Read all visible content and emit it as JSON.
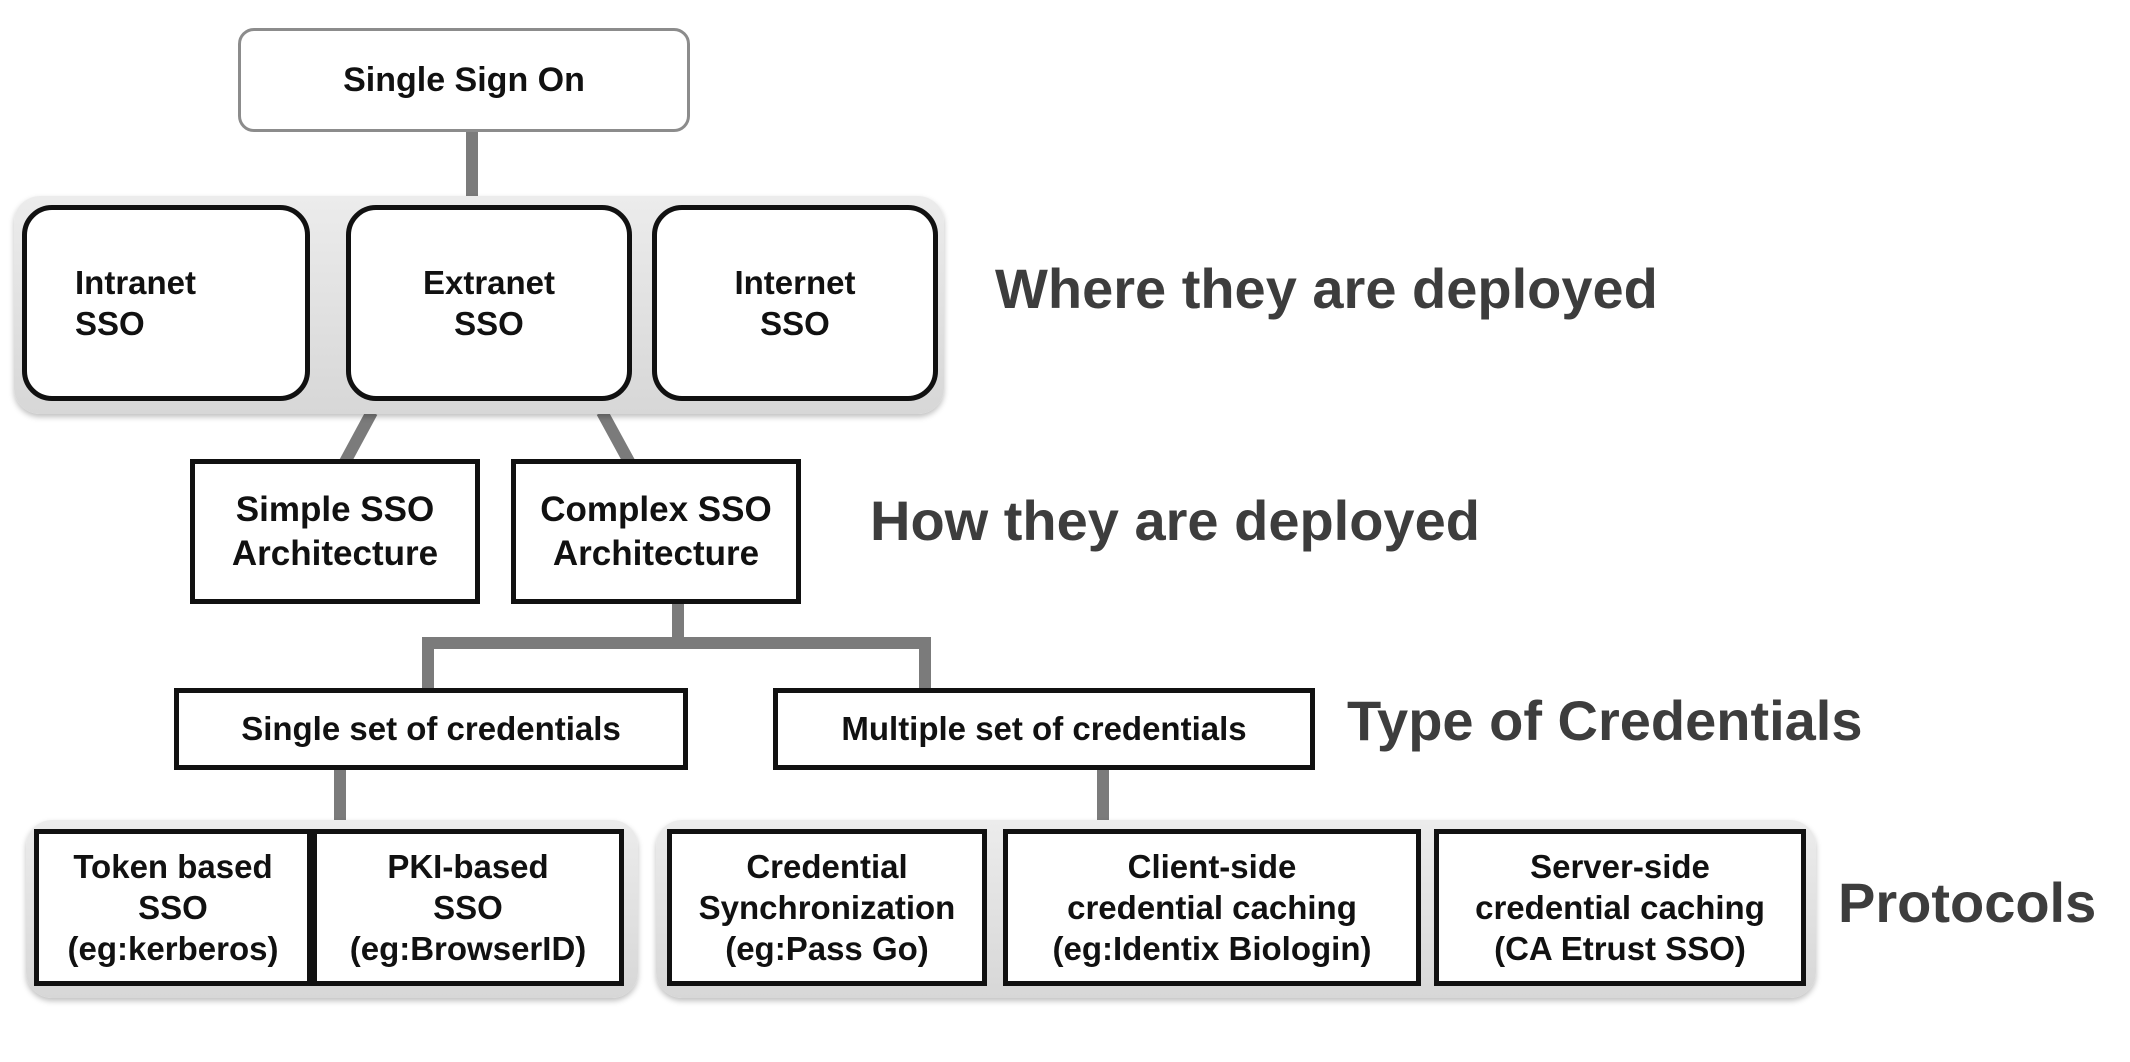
{
  "root": {
    "label": "Single Sign On"
  },
  "deployment": {
    "intranet": "Intranet\nSSO",
    "extranet": "Extranet\nSSO",
    "internet": "Internet\nSSO",
    "caption": "Where they are deployed"
  },
  "architecture": {
    "simple": "Simple SSO\nArchitecture",
    "complex": "Complex SSO\nArchitecture",
    "caption": "How they are deployed"
  },
  "credentials": {
    "single": "Single set of credentials",
    "multiple": "Multiple set of credentials",
    "caption": "Type of Credentials"
  },
  "protocols": {
    "token": "Token  based\nSSO\n(eg:kerberos)",
    "pki": "PKI-based\nSSO\n(eg:BrowserID)",
    "sync": "Credential\nSynchronization\n(eg:Pass Go)",
    "client": "Client-side\ncredential caching\n(eg:Identix Biologin)",
    "server": "Server-side\ncredential caching\n(CA Etrust SSO)",
    "caption": "Protocols"
  }
}
